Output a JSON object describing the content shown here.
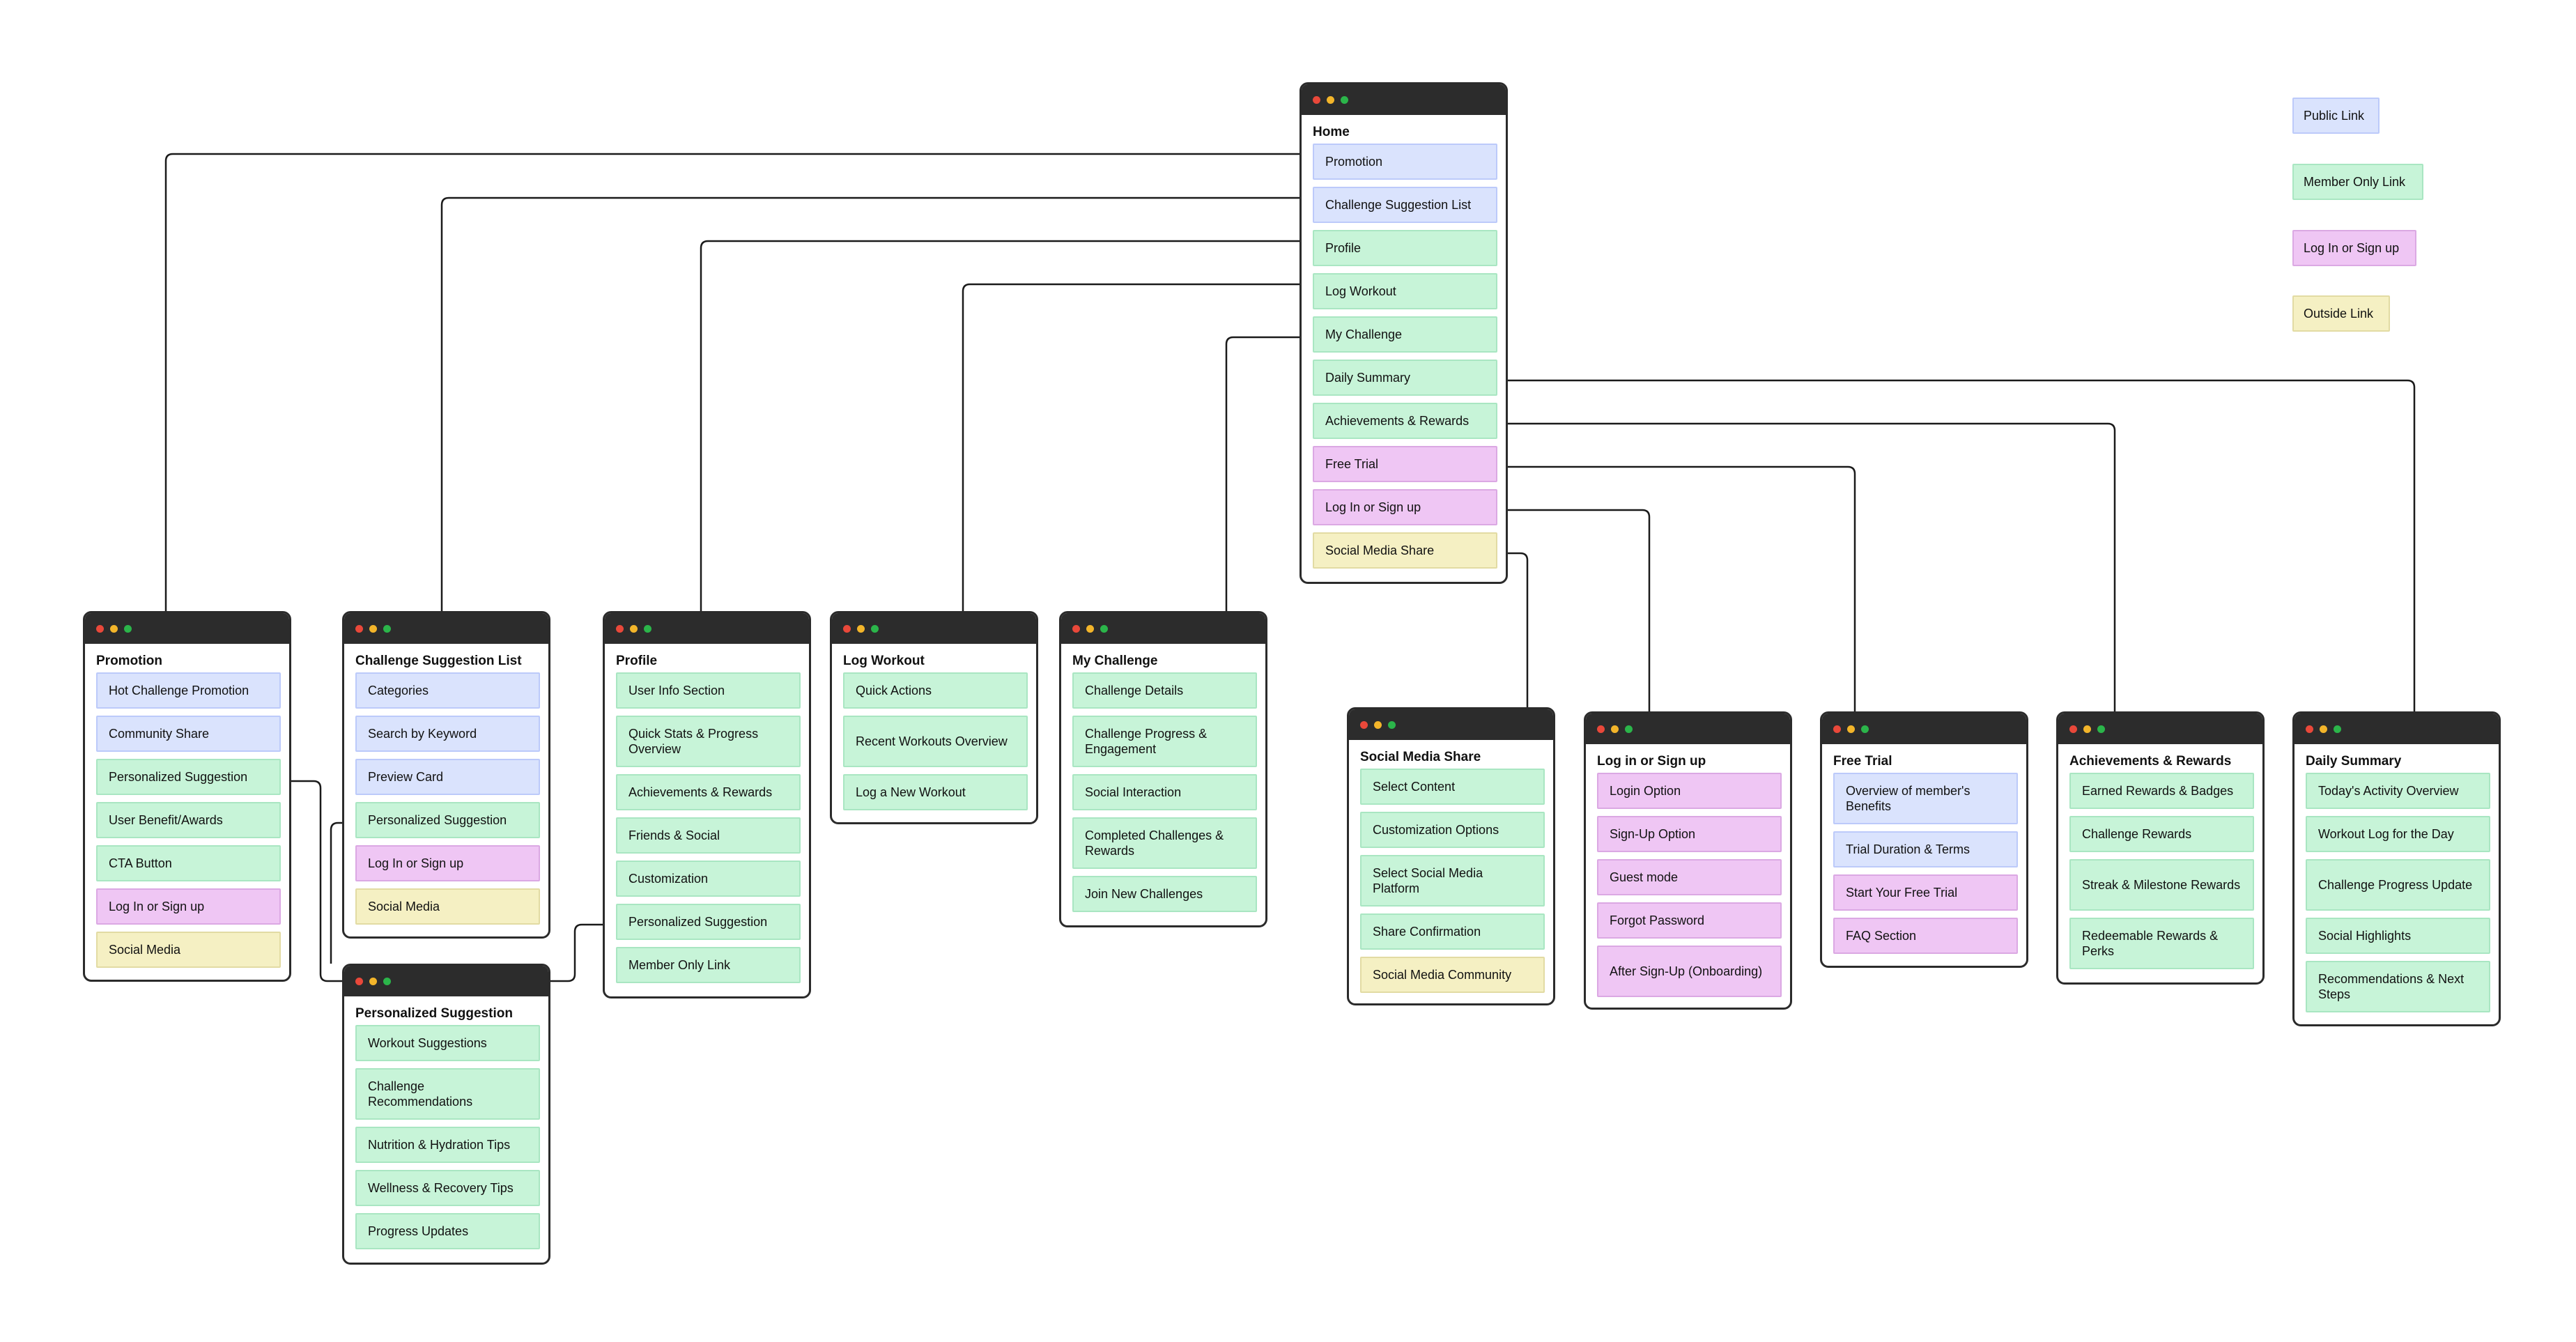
{
  "colors": {
    "public": "#dae3fd",
    "member": "#c7f4d8",
    "login": "#efc6f4",
    "outside": "#f5f0c3",
    "line": "#1a1a1a",
    "titlebar": "#2c2c2c"
  },
  "legend": [
    {
      "label": "Public Link",
      "kind": "public"
    },
    {
      "label": "Member Only Link",
      "kind": "member"
    },
    {
      "label": "Log In or Sign up",
      "kind": "login"
    },
    {
      "label": "Outside Link",
      "kind": "outside"
    }
  ],
  "windows": {
    "home": {
      "title": "Home",
      "items": [
        {
          "label": "Promotion",
          "kind": "public"
        },
        {
          "label": "Challenge Suggestion List",
          "kind": "public"
        },
        {
          "label": "Profile",
          "kind": "member"
        },
        {
          "label": "Log Workout",
          "kind": "member"
        },
        {
          "label": "My Challenge",
          "kind": "member"
        },
        {
          "label": "Daily Summary",
          "kind": "member"
        },
        {
          "label": "Achievements & Rewards",
          "kind": "member"
        },
        {
          "label": "Free Trial",
          "kind": "login"
        },
        {
          "label": "Log In or Sign up",
          "kind": "login"
        },
        {
          "label": "Social Media Share",
          "kind": "outside"
        }
      ]
    },
    "promotion": {
      "title": "Promotion",
      "items": [
        {
          "label": "Hot Challenge Promotion",
          "kind": "public"
        },
        {
          "label": "Community Share",
          "kind": "public"
        },
        {
          "label": "Personalized Suggestion",
          "kind": "member"
        },
        {
          "label": "User Benefit/Awards",
          "kind": "member"
        },
        {
          "label": "CTA Button",
          "kind": "member"
        },
        {
          "label": "Log In or Sign up",
          "kind": "login"
        },
        {
          "label": "Social Media",
          "kind": "outside"
        }
      ]
    },
    "challenge_list": {
      "title": "Challenge Suggestion List",
      "items": [
        {
          "label": "Categories",
          "kind": "public"
        },
        {
          "label": "Search by Keyword",
          "kind": "public"
        },
        {
          "label": "Preview Card",
          "kind": "public"
        },
        {
          "label": "Personalized Suggestion",
          "kind": "member"
        },
        {
          "label": "Log In or Sign up",
          "kind": "login"
        },
        {
          "label": "Social Media",
          "kind": "outside"
        }
      ]
    },
    "personalized": {
      "title": "Personalized Suggestion",
      "items": [
        {
          "label": "Workout Suggestions",
          "kind": "member"
        },
        {
          "label": "Challenge Recommendations",
          "kind": "member"
        },
        {
          "label": "Nutrition & Hydration Tips",
          "kind": "member"
        },
        {
          "label": "Wellness & Recovery Tips",
          "kind": "member"
        },
        {
          "label": "Progress Updates",
          "kind": "member"
        }
      ]
    },
    "profile": {
      "title": "Profile",
      "items": [
        {
          "label": "User Info Section",
          "kind": "member"
        },
        {
          "label": "Quick Stats & Progress Overview",
          "kind": "member"
        },
        {
          "label": "Achievements & Rewards",
          "kind": "member"
        },
        {
          "label": "Friends & Social",
          "kind": "member"
        },
        {
          "label": "Customization",
          "kind": "member"
        },
        {
          "label": "Personalized Suggestion",
          "kind": "member"
        },
        {
          "label": "Member Only Link",
          "kind": "member"
        }
      ]
    },
    "log_workout": {
      "title": "Log Workout",
      "items": [
        {
          "label": "Quick Actions",
          "kind": "member"
        },
        {
          "label": "Recent Workouts Overview",
          "kind": "member"
        },
        {
          "label": "Log a New Workout",
          "kind": "member"
        }
      ]
    },
    "my_challenge": {
      "title": "My Challenge",
      "items": [
        {
          "label": "Challenge Details",
          "kind": "member"
        },
        {
          "label": "Challenge Progress & Engagement",
          "kind": "member"
        },
        {
          "label": "Social Interaction",
          "kind": "member"
        },
        {
          "label": "Completed Challenges & Rewards",
          "kind": "member"
        },
        {
          "label": "Join New Challenges",
          "kind": "member"
        }
      ]
    },
    "social_share": {
      "title": "Social Media Share",
      "items": [
        {
          "label": "Select Content",
          "kind": "member"
        },
        {
          "label": "Customization Options",
          "kind": "member"
        },
        {
          "label": "Select Social Media Platform",
          "kind": "member"
        },
        {
          "label": "Share Confirmation",
          "kind": "member"
        },
        {
          "label": "Social Media Community",
          "kind": "outside"
        }
      ]
    },
    "login_signup": {
      "title": "Log in or Sign up",
      "items": [
        {
          "label": "Login Option",
          "kind": "login"
        },
        {
          "label": "Sign-Up Option",
          "kind": "login"
        },
        {
          "label": "Guest mode",
          "kind": "login"
        },
        {
          "label": "Forgot Password",
          "kind": "login"
        },
        {
          "label": "After Sign-Up (Onboarding)",
          "kind": "login"
        }
      ]
    },
    "free_trial": {
      "title": "Free Trial",
      "items": [
        {
          "label": "Overview of member's Benefits",
          "kind": "public"
        },
        {
          "label": "Trial Duration & Terms",
          "kind": "public"
        },
        {
          "label": "Start Your Free Trial",
          "kind": "login"
        },
        {
          "label": "FAQ Section",
          "kind": "login"
        }
      ]
    },
    "achievements": {
      "title": "Achievements & Rewards",
      "items": [
        {
          "label": "Earned Rewards & Badges",
          "kind": "member"
        },
        {
          "label": "Challenge Rewards",
          "kind": "member"
        },
        {
          "label": "Streak & Milestone Rewards",
          "kind": "member"
        },
        {
          "label": "Redeemable Rewards & Perks",
          "kind": "member"
        }
      ]
    },
    "daily_summary": {
      "title": "Daily Summary",
      "items": [
        {
          "label": "Today's Activity Overview",
          "kind": "member"
        },
        {
          "label": "Workout Log for the Day",
          "kind": "member"
        },
        {
          "label": "Challenge Progress Update",
          "kind": "member"
        },
        {
          "label": "Social Highlights",
          "kind": "member"
        },
        {
          "label": "Recommendations & Next Steps",
          "kind": "member"
        }
      ]
    }
  }
}
